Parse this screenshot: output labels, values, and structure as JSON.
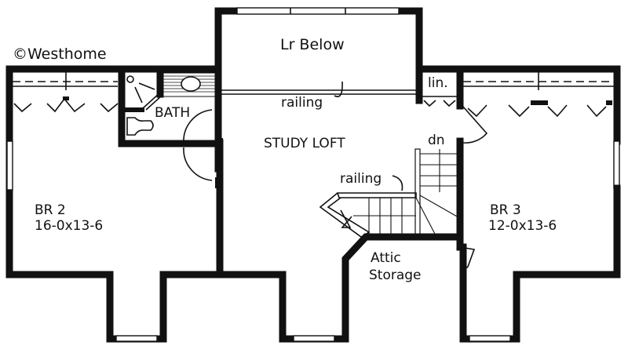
{
  "plan": {
    "copyright": "©Westhome",
    "rooms": [
      {
        "id": "lr_below",
        "name": "Lr Below"
      },
      {
        "id": "study_loft",
        "name": "STUDY LOFT"
      },
      {
        "id": "bath",
        "name": "BATH"
      },
      {
        "id": "linen",
        "name": "lin."
      },
      {
        "id": "br2",
        "name": "BR 2",
        "size": "16-0x13-6"
      },
      {
        "id": "br3",
        "name": "BR 3",
        "size": "12-0x13-6"
      },
      {
        "id": "attic",
        "name": "Attic",
        "name2": "Storage"
      }
    ],
    "annotations": {
      "railing_top": "railing",
      "railing_stair": "railing",
      "stair_dn": "dn"
    },
    "colors": {
      "ink": "#111111",
      "background": "#ffffff"
    }
  }
}
